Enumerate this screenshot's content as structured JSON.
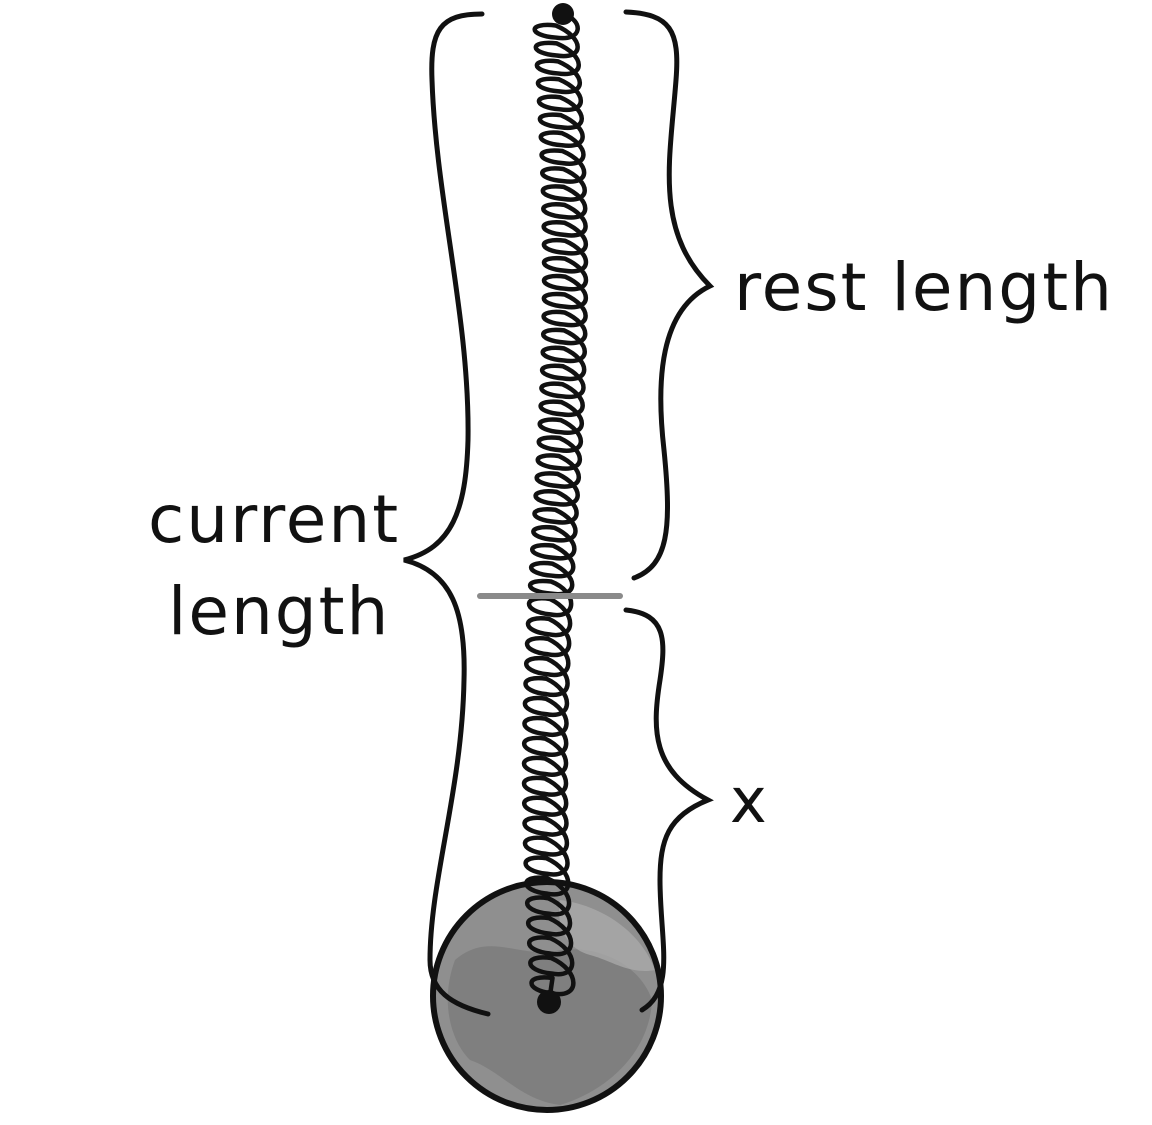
{
  "diagram": {
    "labels": {
      "rest_length": "rest length",
      "current_length_line1": "current",
      "current_length_line2": "length",
      "extension": "x"
    },
    "colors": {
      "ink": "#111111",
      "rest_marker": "#8a8a8a",
      "bob_fill": "#8f8f8f",
      "bob_shade": "#7a7a7a",
      "bob_highlight": "#a9a9a9"
    },
    "spring": {
      "coils_above_rest_marker": 32,
      "coils_below_rest_marker": 20
    }
  }
}
